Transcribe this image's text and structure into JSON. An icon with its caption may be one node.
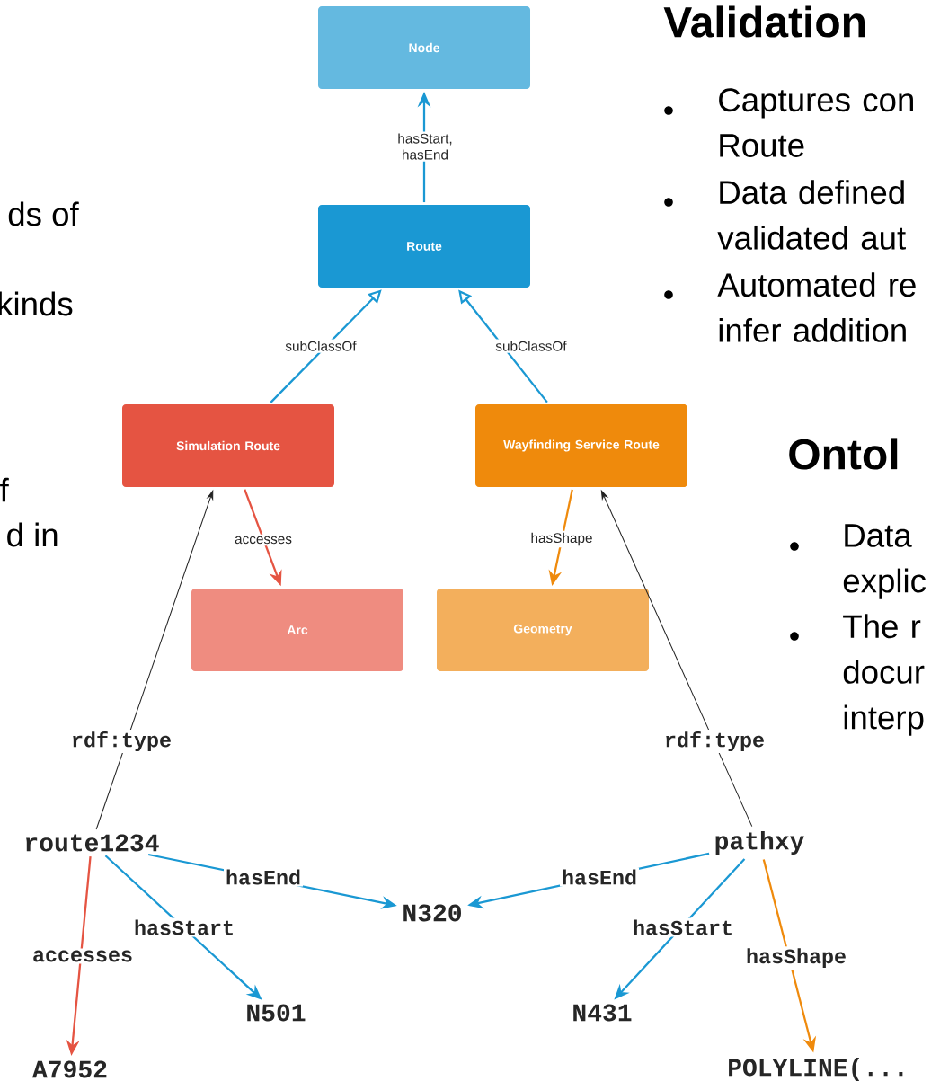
{
  "diagram": {
    "nodes": [
      {
        "text": [
          "Node"
        ]
      },
      {
        "text": [
          "Route"
        ]
      },
      {
        "text": [
          "Simulation Route"
        ]
      },
      {
        "text": [
          "Wayfinding Service Route"
        ]
      },
      {
        "text": [
          "Arc"
        ]
      },
      {
        "text": [
          "Geometry"
        ]
      },
      {
        "text": [
          "route1234"
        ]
      },
      {
        "text": [
          "N320"
        ]
      },
      {
        "text": [
          "N501"
        ]
      },
      {
        "text": [
          "A7952"
        ]
      },
      {
        "text": [
          "pathxy"
        ]
      },
      {
        "text": [
          "N431"
        ]
      },
      {
        "text": [
          "POLYLINE(..."
        ]
      }
    ],
    "edges": [
      {
        "from": 1,
        "to": 0,
        "arrow": "to",
        "label": "hasStart, hasEnd"
      },
      {
        "from": 2,
        "to": 1,
        "arrow": "to",
        "label": "subClassOf"
      },
      {
        "from": 3,
        "to": 1,
        "arrow": "to",
        "label": "subClassOf"
      },
      {
        "from": 2,
        "to": 4,
        "arrow": "to",
        "label": "accesses",
        "color": "#e55442"
      },
      {
        "from": 3,
        "to": 5,
        "arrow": "to",
        "label": "hasShape",
        "color": "#ef8a0c"
      },
      {
        "from": 6,
        "to": 2,
        "arrow": "to",
        "label": "rdf:type",
        "color": "#222222"
      },
      {
        "from": 10,
        "to": 3,
        "arrow": "to",
        "label": "rdf:type",
        "color": "#222222"
      },
      {
        "from": 6,
        "to": 7,
        "arrow": "to",
        "label": "hasEnd"
      },
      {
        "from": 6,
        "to": 8,
        "arrow": "to",
        "label": "hasStart"
      },
      {
        "from": 6,
        "to": 9,
        "arrow": "to",
        "label": "accesses",
        "color": "#e55442"
      },
      {
        "from": 10,
        "to": 7,
        "arrow": "to",
        "label": "hasEnd"
      },
      {
        "from": 10,
        "to": 11,
        "arrow": "to",
        "label": "hasStart"
      },
      {
        "from": 10,
        "to": 12,
        "arrow": "to",
        "label": "hasShape",
        "color": "#ef8a0c"
      }
    ],
    "labels": [
      "ds of",
      "kinds",
      "f",
      "d in",
      "Validation",
      "Captures con Route",
      "Data defined validated aut",
      "Automated re infer addition",
      "Ontol",
      "Data explic",
      "The r docur interp"
    ]
  }
}
